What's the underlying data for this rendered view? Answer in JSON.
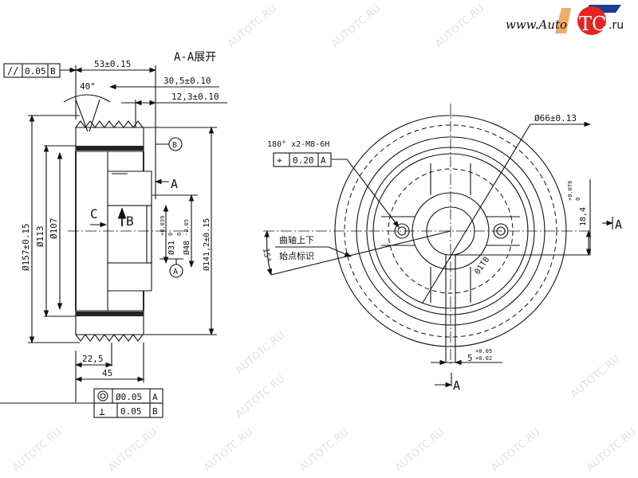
{
  "logo": {
    "text_pre": "www.Auto",
    "text_tc": "TC",
    "text_post": ".ru",
    "accent_red": "#e52521",
    "accent_blue": "#1d3c8f",
    "accent_orange": "#e8872b"
  },
  "watermark": "AUTOTC.RU",
  "section_title": "A-A展开",
  "left_view": {
    "parallel_frame": {
      "symbol": "//",
      "value": "0.05",
      "datum": "B"
    },
    "dims": {
      "overall_width": "53±0.15",
      "width_30": "30,5±0.10",
      "width_12": "12,3±0.10",
      "angle": "40°",
      "dia_157": "Ø157±0.15",
      "dia_113": "Ø113",
      "dia_107": "Ø107",
      "dia_31": "Ø31",
      "dia_31_tol_up": "+0.039",
      "dia_31_tol_low": "0",
      "dia_48": "Ø48",
      "dia_48_tol_up": "0",
      "dia_48_tol_low": "-0.05",
      "dia_141": "Ø141,2±0.15",
      "width_22": "22,5",
      "width_45": "45"
    },
    "labels": {
      "datum_b_circle": "B",
      "section_a": "A",
      "view_c": "C",
      "datum_b_arrow": "B",
      "datum_a_circle": "A"
    },
    "concentric_frame": {
      "symbol": "◎",
      "value": "Ø0.05",
      "datum": "A"
    },
    "perp_frame": {
      "symbol": "⊥",
      "value": "0.05",
      "datum": "B"
    }
  },
  "right_view": {
    "thread_note": "180° x2-M8-6H",
    "position_frame": {
      "symbol": "⌖",
      "value": "0.20",
      "datum": "A"
    },
    "dia_66": "Ø66±0.13",
    "dim_18": "18,4",
    "dim_18_tol_up": "+0.076",
    "dim_18_tol_low": "0",
    "crank_note_1": "曲轴上下",
    "crank_note_2": "始点标识",
    "angle_15": "15°",
    "part_mark": "01T8",
    "dim_5": "5",
    "dim_5_tol_up": "+0.05",
    "dim_5_tol_low": "+0.02",
    "section_a_top": "A",
    "section_a_bottom": "A"
  }
}
